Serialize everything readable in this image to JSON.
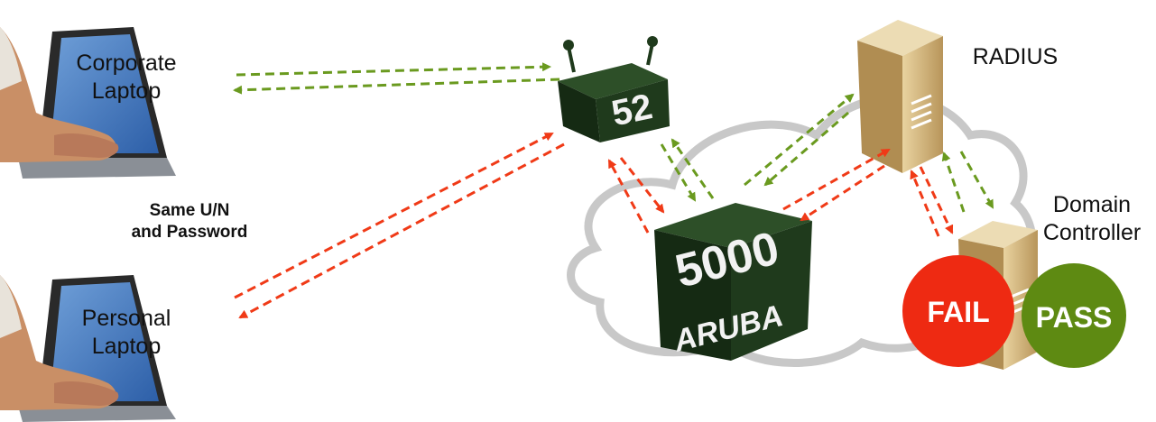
{
  "labels": {
    "corporate_laptop_line1": "Corporate",
    "corporate_laptop_line2": "Laptop",
    "personal_laptop_line1": "Personal",
    "personal_laptop_line2": "Laptop",
    "same_credentials_line1": "Same U/N",
    "same_credentials_line2": "and Password",
    "radius": "RADIUS",
    "domain_controller_line1": "Domain",
    "domain_controller_line2": "Controller"
  },
  "devices": {
    "access_point_number": "52",
    "controller_number": "5000",
    "controller_brand": "ARUBA"
  },
  "badges": {
    "fail": "FAIL",
    "pass": "PASS"
  },
  "colors": {
    "green_arrow": "#6a9a1f",
    "red_arrow": "#f03a17",
    "device_green": "#1f3a1c",
    "server_tan": "#c9ab73",
    "fail_badge": "#ee2a12",
    "pass_badge": "#5e8a12",
    "cloud_outline": "#c8c8c8"
  },
  "icons": {
    "laptop": "laptop-with-hands-icon",
    "access_point": "wireless-access-point-icon",
    "controller": "aruba-controller-icon",
    "radius_server": "server-tower-icon",
    "domain_controller": "server-tower-icon",
    "cloud": "network-cloud-icon"
  }
}
